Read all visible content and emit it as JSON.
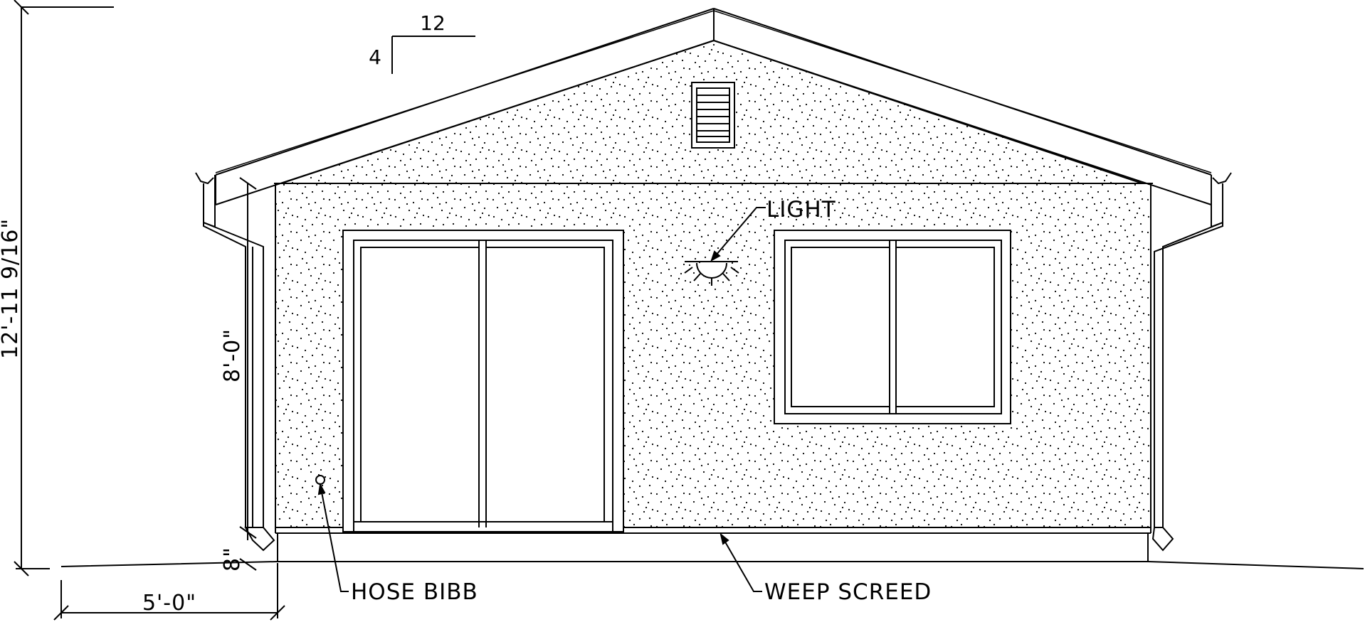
{
  "drawing": {
    "annotations": {
      "light": "LIGHT",
      "hose_bibb": "HOSE BIBB",
      "weep_screed": "WEEP SCREED"
    },
    "dimensions": {
      "overall_height": "12'-11 9/16\"",
      "wall_height": "8'-0\"",
      "base_height": "8\"",
      "offset_width": "5'-0\""
    },
    "roof_pitch": {
      "run": "12",
      "rise": "4"
    }
  }
}
